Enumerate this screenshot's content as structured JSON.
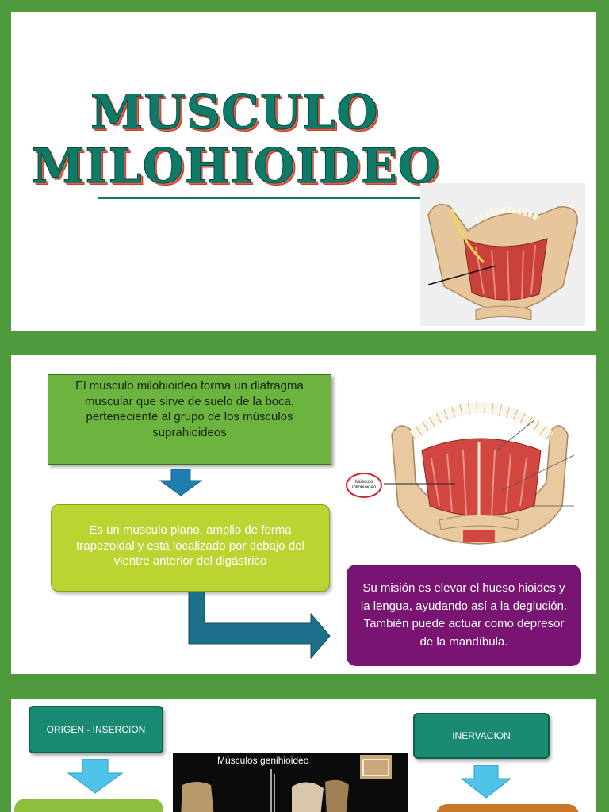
{
  "slide1": {
    "title_line1": "MUSCULO",
    "title_line2": "MILOHIOIDEO"
  },
  "slide2": {
    "definition": "El musculo milohioideo forma un diafragma muscular que sirve de suelo de la boca, perteneciente al grupo de los músculos suprahioideos",
    "shape": "Es un musculo plano, amplio de forma trapezoidal y está localizado por debajo del vientre anterior del digástrico",
    "mission": "Su misión es elevar el hueso hioides y la lengua, ayudando así a la deglución. También puede actuar como depresor de la mandíbula.",
    "figure_label_line1": "Músculo",
    "figure_label_line2": "milohioideo"
  },
  "slide3": {
    "origin_label": "ORIGEN - INSERCION",
    "innervation_label": "INERVACION",
    "photo_caption": "Músculos genihioideo"
  },
  "colors": {
    "background": "#4f9a3c",
    "title": "#0e7a68",
    "definition_box": "#6db33f",
    "shape_box": "#bcd431",
    "mission_box": "#7a1473",
    "arrow_down": "#1c7fb0",
    "arrow_bent": "#1d6f8a",
    "teal_box": "#1a8a72"
  }
}
